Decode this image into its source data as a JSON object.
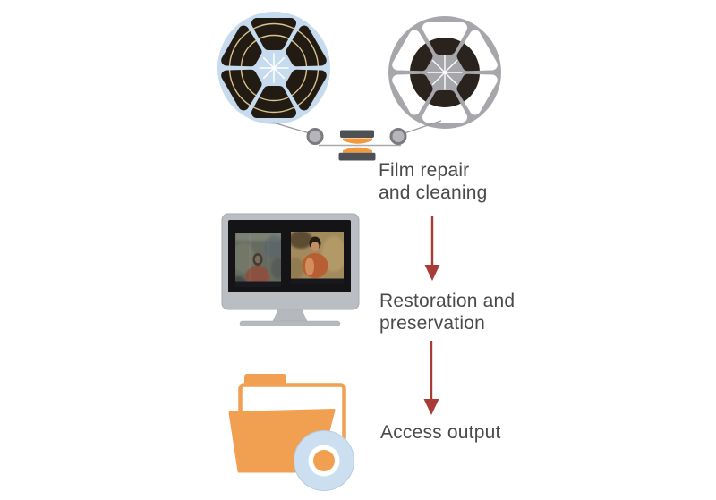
{
  "steps": [
    {
      "id": "film-repair",
      "label": "Film repair\nand cleaning",
      "icon": "film-reels-splicer-icon"
    },
    {
      "id": "restoration",
      "label": "Restoration and\npreservation",
      "icon": "monitor-before-after-icon"
    },
    {
      "id": "access",
      "label": "Access output",
      "icon": "folder-disc-icon"
    }
  ],
  "arrows": [
    {
      "from": "film-repair",
      "to": "restoration"
    },
    {
      "from": "restoration",
      "to": "access"
    }
  ],
  "colors": {
    "background": "#ffffff",
    "reel_blue": "#c6dcee",
    "film_dark": "#221b13",
    "film_arc_tan": "#d9c38f",
    "reel_gray": "#a7a7ab",
    "reel_core_dark": "#2a231d",
    "roller_gray": "#b6b6ba",
    "roller_ring": "#7b7b7f",
    "line_gray": "#9b9b9b",
    "device_dark": "#4d5156",
    "device_pad_orange": "#f0993f",
    "monitor_gray": "#babdc2",
    "screen_black": "#141417",
    "folder_orange": "#f0a050",
    "cd_blue": "#cbdff0",
    "arrow_red": "#a93b36",
    "text_gray": "#4b4a49"
  }
}
